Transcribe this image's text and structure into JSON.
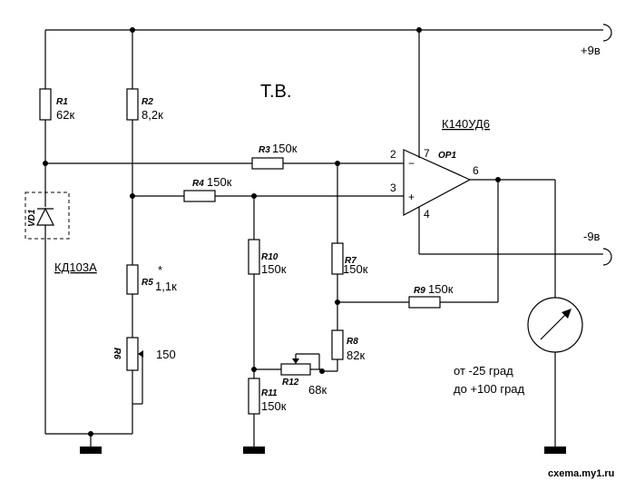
{
  "title": "Т.В.",
  "watermark": "cxema.my1.ru",
  "opamp": {
    "part": "К140УД6",
    "ref": "OP1",
    "pin_inv": "2",
    "pin_noninv": "3",
    "pin_vplus": "7",
    "pin_vminus": "4",
    "pin_out": "6",
    "sign_minus": "−",
    "sign_plus": "+"
  },
  "supply": {
    "positive": "+9в",
    "negative": "-9в"
  },
  "diode": {
    "ref": "VD1",
    "part": "КД103А"
  },
  "resistors": {
    "r1": {
      "ref": "R1",
      "value": "62к"
    },
    "r2": {
      "ref": "R2",
      "value": "8,2к"
    },
    "r3": {
      "ref": "R3",
      "value": "150к"
    },
    "r4": {
      "ref": "R4",
      "value": "150к"
    },
    "r5": {
      "ref": "R5",
      "value": "1,1к",
      "mark": "*"
    },
    "r6": {
      "ref": "R6",
      "value": "150"
    },
    "r7": {
      "ref": "R7",
      "value": "150к"
    },
    "r8": {
      "ref": "R8",
      "value": "82к"
    },
    "r9": {
      "ref": "R9",
      "value": "150к"
    },
    "r10": {
      "ref": "R10",
      "value": "150к"
    },
    "r11": {
      "ref": "R11",
      "value": "150к"
    },
    "r12": {
      "ref": "R12",
      "value": "68к"
    }
  },
  "meter": {
    "range_line1": "от -25 град",
    "range_line2": "до +100 град"
  }
}
